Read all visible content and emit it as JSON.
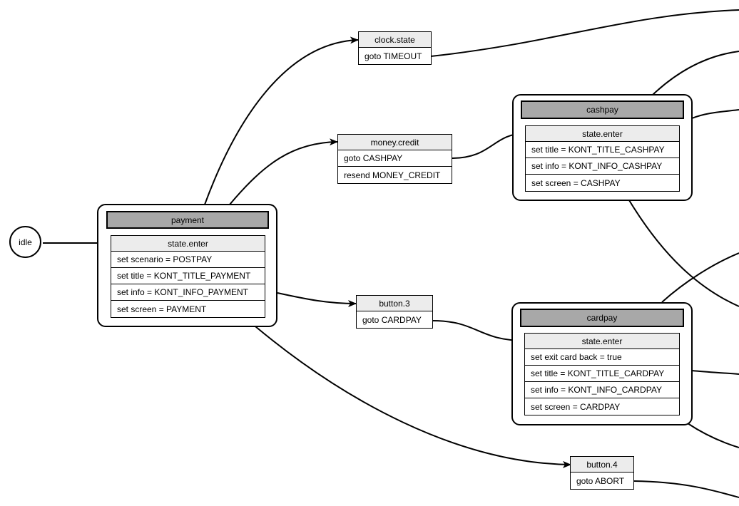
{
  "initial": {
    "label": "idle"
  },
  "states": {
    "payment": {
      "title": "payment",
      "enter_label": "state.enter",
      "actions": [
        "set scenario = POSTPAY",
        "set title = KONT_TITLE_PAYMENT",
        "set info = KONT_INFO_PAYMENT",
        "set screen = PAYMENT"
      ]
    },
    "cashpay": {
      "title": "cashpay",
      "enter_label": "state.enter",
      "actions": [
        "set title = KONT_TITLE_CASHPAY",
        "set info = KONT_INFO_CASHPAY",
        "set screen = CASHPAY"
      ]
    },
    "cardpay": {
      "title": "cardpay",
      "enter_label": "state.enter",
      "actions": [
        "set exit card back = true",
        "set title = KONT_TITLE_CARDPAY",
        "set info = KONT_INFO_CARDPAY",
        "set screen = CARDPAY"
      ]
    }
  },
  "events": {
    "clock_state": {
      "name": "clock.state",
      "actions": [
        "goto TIMEOUT"
      ]
    },
    "money_credit": {
      "name": "money.credit",
      "actions": [
        "goto CASHPAY",
        "resend MONEY_CREDIT"
      ]
    },
    "button_3": {
      "name": "button.3",
      "actions": [
        "goto CARDPAY"
      ]
    },
    "button_4": {
      "name": "button.4",
      "actions": [
        "goto ABORT"
      ]
    }
  }
}
